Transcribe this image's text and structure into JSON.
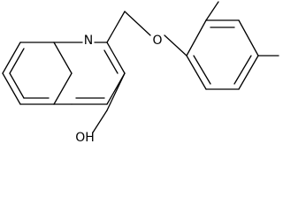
{
  "molecule": {
    "atom_labels": {
      "nitrogen": "N",
      "ether_oxygen": "O",
      "hydroxyl": "OH"
    },
    "colors": {
      "bond": "#000000",
      "label": "#000000",
      "background": "#ffffff"
    }
  }
}
